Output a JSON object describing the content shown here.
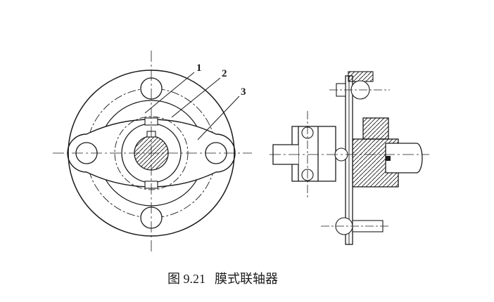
{
  "colors": {
    "background": "#ffffff",
    "line": "#1b1b1b"
  },
  "figure": {
    "caption": {
      "number": "图 9.21",
      "title": "膜式联轴器"
    },
    "part_labels": {
      "l1": "1",
      "l2": "2",
      "l3": "3"
    }
  }
}
